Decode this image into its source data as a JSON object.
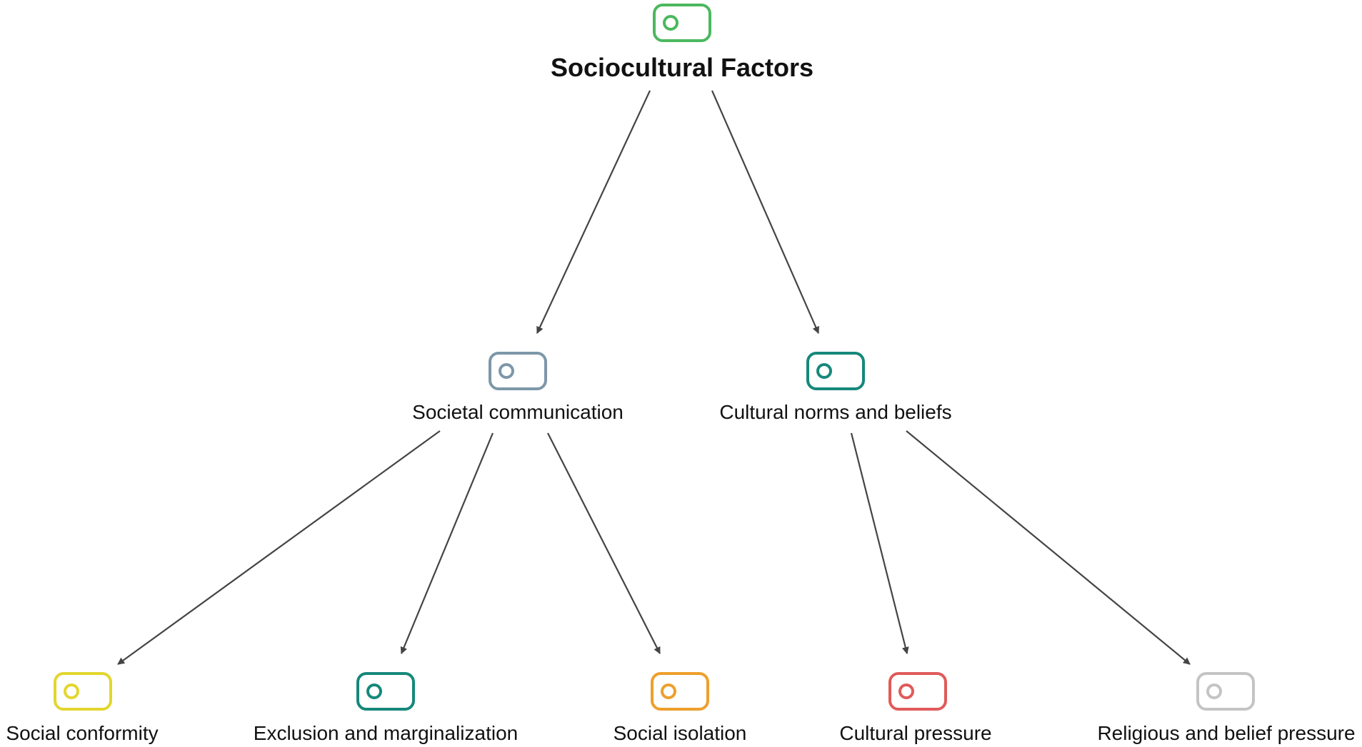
{
  "diagram": {
    "root": {
      "label": "Sociocultural Factors",
      "color": "#4bb85e"
    },
    "categories": [
      {
        "label": "Societal communication",
        "color": "#7d97a8",
        "children": [
          {
            "label": "Social conformity",
            "color": "#e2d62e"
          },
          {
            "label": "Exclusion and marginalization",
            "color": "#16887a"
          },
          {
            "label": "Social isolation",
            "color": "#ee9f2c"
          }
        ]
      },
      {
        "label": "Cultural norms and beliefs",
        "color": "#16887a",
        "children": [
          {
            "label": "Cultural pressure",
            "color": "#e05a5a"
          },
          {
            "label": "Religious and belief pressure",
            "color": "#c4c4c4"
          }
        ]
      }
    ],
    "edge_color": "#444444",
    "icon_name": "toggle-node-icon"
  }
}
